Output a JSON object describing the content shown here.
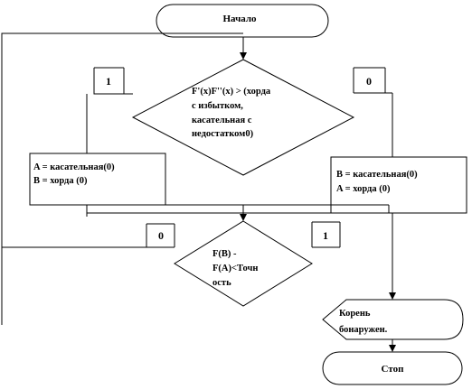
{
  "start": {
    "label": "Начало"
  },
  "condition_main": {
    "lines": [
      "F'(x)F''(x) >   (хорда",
      "с избытком,",
      "касательная с",
      "недостатком0)"
    ]
  },
  "branch_true_label": "1",
  "branch_false_label": "0",
  "assign_left": {
    "lines": [
      "A = касательная(0)",
      "B = хорда (0)"
    ]
  },
  "assign_right": {
    "lines": [
      "B = касательная(0)",
      "A = хорда (0)"
    ]
  },
  "condition_check": {
    "lines": [
      "F(B) -",
      "F(A)<Точн",
      "ость"
    ]
  },
  "loop_label": "0",
  "exit_label": "1",
  "output": {
    "lines": [
      "Корень",
      "бонаружен."
    ]
  },
  "stop": {
    "label": "Стоп"
  }
}
